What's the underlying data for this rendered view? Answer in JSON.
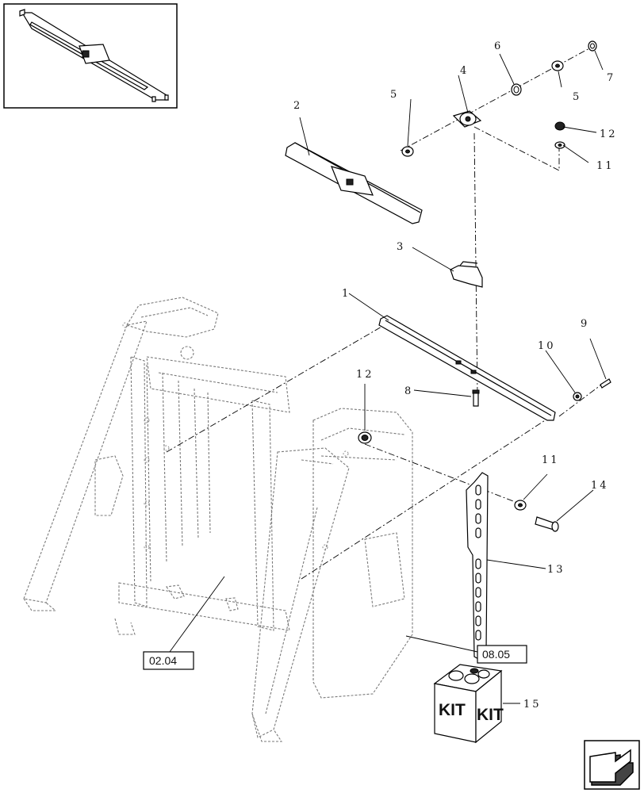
{
  "callouts": [
    {
      "id": "c1",
      "label": "1"
    },
    {
      "id": "c2",
      "label": "2"
    },
    {
      "id": "c3",
      "label": "3"
    },
    {
      "id": "c4",
      "label": "4"
    },
    {
      "id": "c5a",
      "label": "5"
    },
    {
      "id": "c5b",
      "label": "5"
    },
    {
      "id": "c6",
      "label": "6"
    },
    {
      "id": "c7",
      "label": "7"
    },
    {
      "id": "c8",
      "label": "8"
    },
    {
      "id": "c9",
      "label": "9"
    },
    {
      "id": "c10",
      "label": "10"
    },
    {
      "id": "c11a",
      "label": "11"
    },
    {
      "id": "c11b",
      "label": "11"
    },
    {
      "id": "c12a",
      "label": "12"
    },
    {
      "id": "c12b",
      "label": "12"
    },
    {
      "id": "c13",
      "label": "13"
    },
    {
      "id": "c14",
      "label": "14"
    },
    {
      "id": "c15",
      "label": "15"
    }
  ],
  "references": {
    "left": "02.04",
    "right": "08.05"
  },
  "kit": {
    "label_left": "KIT",
    "label_right": "KIT"
  },
  "icons": {
    "navigation": "arrow-back-icon"
  }
}
